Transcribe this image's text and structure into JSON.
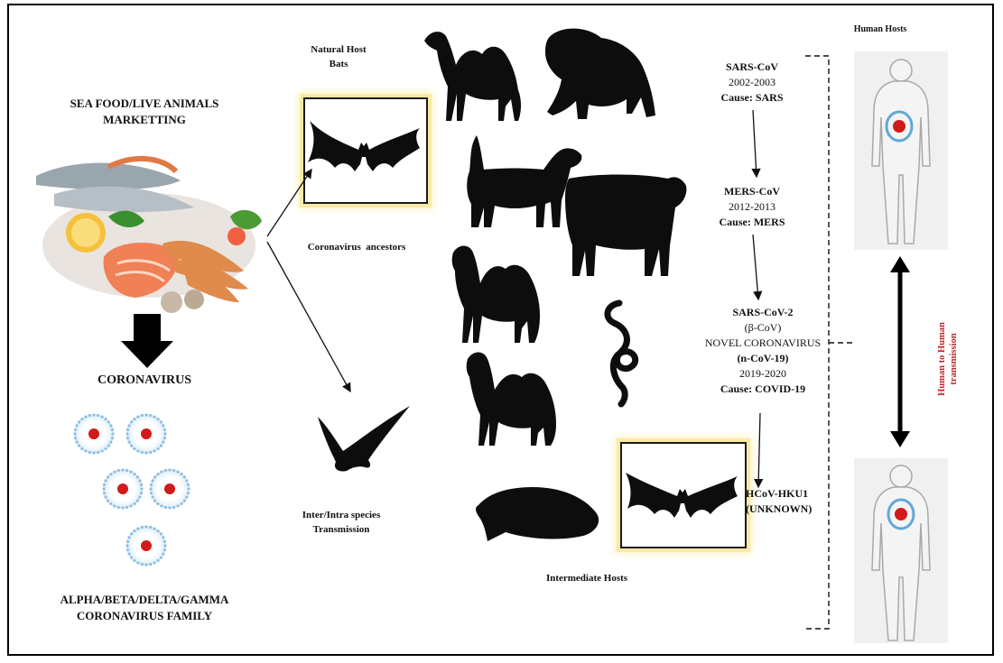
{
  "left": {
    "market_title_1": "SEA FOOD/LIVE ANIMALS",
    "market_title_2": "MARKETTING",
    "virus_title": "CORONAVIRUS",
    "family_1": "ALPHA/BETA/DELTA/GAMMA",
    "family_2": "CORONAVIRUS FAMILY"
  },
  "middle": {
    "natural_host_1": "Natural Host",
    "natural_host_2": "Bats",
    "ancestors": "Coronavirus  ancestors",
    "transmission_1": "Inter/Intra species",
    "transmission_2": "Transmission",
    "intermediate": "Intermediate Hosts"
  },
  "timeline": {
    "sars_name": "SARS-CoV",
    "sars_years": "2002-2003",
    "sars_cause": "Cause: SARS",
    "mers_name": "MERS-CoV",
    "mers_years": "2012-2013",
    "mers_cause": "Cause: MERS",
    "cov2_name": "SARS-CoV-2",
    "cov2_beta": "(β-CoV)",
    "cov2_novel": "NOVEL CORONAVIRUS",
    "cov2_ncov": "(n-CoV-19)",
    "cov2_years": "2019-2020",
    "cov2_cause": "Cause: COVID-19",
    "hku1_name": "HCoV-HKU1",
    "hku1_cause": "(UNKNOWN)"
  },
  "right": {
    "human_hosts": "Human Hosts",
    "h2h_1": "Human to Human",
    "h2h_2": "transmission"
  },
  "colors": {
    "virus_red": "#d11a1a",
    "virus_spikes": "#8fbfe0",
    "h2h_text": "#c0282d",
    "highlight": "#fbe9a6",
    "silhouette": "#0d0d0d"
  },
  "icons": [
    "bat-icon",
    "camel-icon",
    "monkey-icon",
    "dog-icon",
    "cow-icon",
    "snake-icon",
    "bird-icon",
    "fish-icon",
    "human-body-icon",
    "virus-icon",
    "seafood-icon"
  ]
}
